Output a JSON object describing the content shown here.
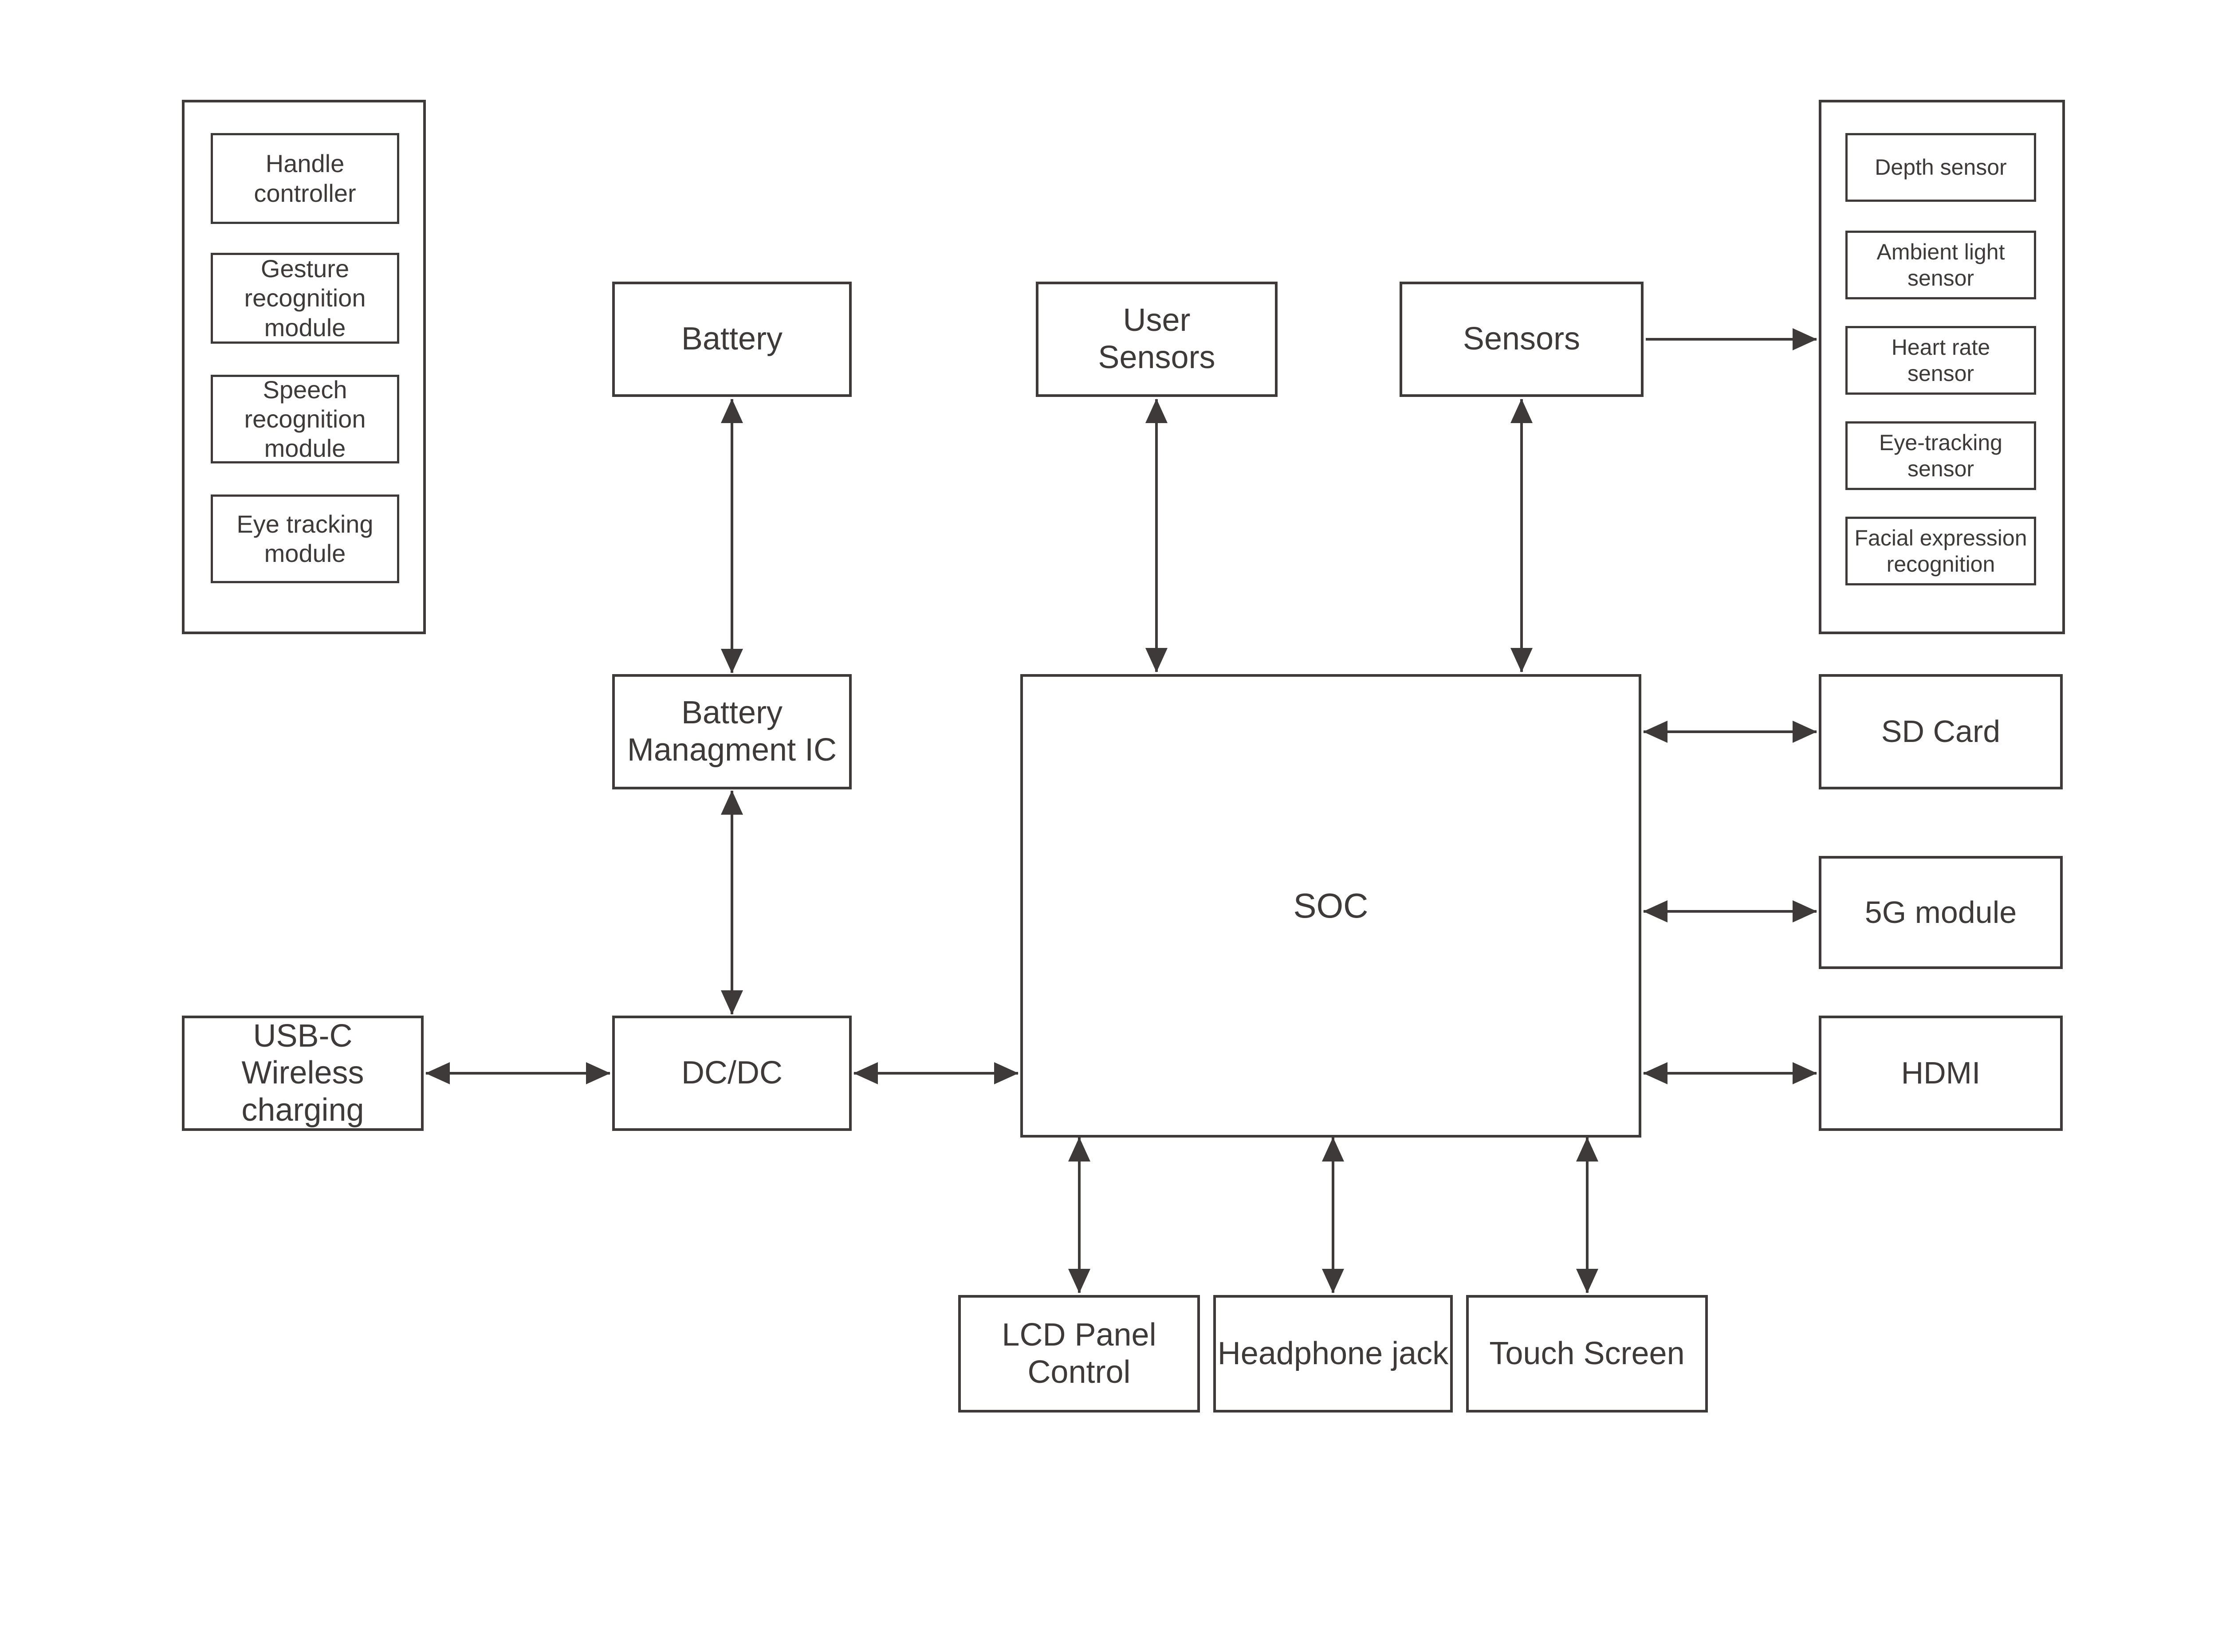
{
  "colors": {
    "background": "#ffffff",
    "stroke": "#3d3a39",
    "text": "#3d3a39"
  },
  "left_group": {
    "items": [
      {
        "label": "Handle\ncontroller"
      },
      {
        "label": "Gesture\nrecognition\nmodule"
      },
      {
        "label": "Speech\nrecognition\nmodule"
      },
      {
        "label": "Eye tracking\nmodule"
      }
    ]
  },
  "right_group": {
    "items": [
      {
        "label": "Depth sensor"
      },
      {
        "label": "Ambient light\nsensor"
      },
      {
        "label": "Heart rate\nsensor"
      },
      {
        "label": "Eye-tracking\nsensor"
      },
      {
        "label": "Facial expression\nrecognition"
      }
    ]
  },
  "nodes": {
    "battery": {
      "label": "Battery"
    },
    "user_sensors": {
      "label": "User\nSensors"
    },
    "sensors": {
      "label": "Sensors"
    },
    "battery_management_ic": {
      "label": "Battery\nManagment IC"
    },
    "soc": {
      "label": "SOC"
    },
    "sd_card": {
      "label": "SD Card"
    },
    "module_5g": {
      "label": "5G module"
    },
    "hdmi": {
      "label": "HDMI"
    },
    "usb_c_wireless_charging": {
      "label": "USB-C\nWireless\ncharging"
    },
    "dc_dc": {
      "label": "DC/DC"
    },
    "lcd_panel_control": {
      "label": "LCD Panel\nControl"
    },
    "headphone_jack": {
      "label": "Headphone jack"
    },
    "touch_screen": {
      "label": "Touch Screen"
    }
  },
  "connections": [
    {
      "from": "Battery",
      "to": "Battery Managment IC",
      "bidirectional": true
    },
    {
      "from": "Battery Managment IC",
      "to": "DC/DC",
      "bidirectional": true
    },
    {
      "from": "USB-C Wireless charging",
      "to": "DC/DC",
      "bidirectional": true
    },
    {
      "from": "DC/DC",
      "to": "SOC",
      "bidirectional": true
    },
    {
      "from": "User Sensors",
      "to": "SOC",
      "bidirectional": true
    },
    {
      "from": "Sensors",
      "to": "SOC",
      "bidirectional": true
    },
    {
      "from": "Sensors",
      "to": "sensor modules group",
      "bidirectional": false
    },
    {
      "from": "SOC",
      "to": "SD Card",
      "bidirectional": true
    },
    {
      "from": "SOC",
      "to": "5G module",
      "bidirectional": true
    },
    {
      "from": "SOC",
      "to": "HDMI",
      "bidirectional": true
    },
    {
      "from": "SOC",
      "to": "LCD Panel Control",
      "bidirectional": true
    },
    {
      "from": "SOC",
      "to": "Headphone jack",
      "bidirectional": true
    },
    {
      "from": "SOC",
      "to": "Touch Screen",
      "bidirectional": true
    }
  ]
}
